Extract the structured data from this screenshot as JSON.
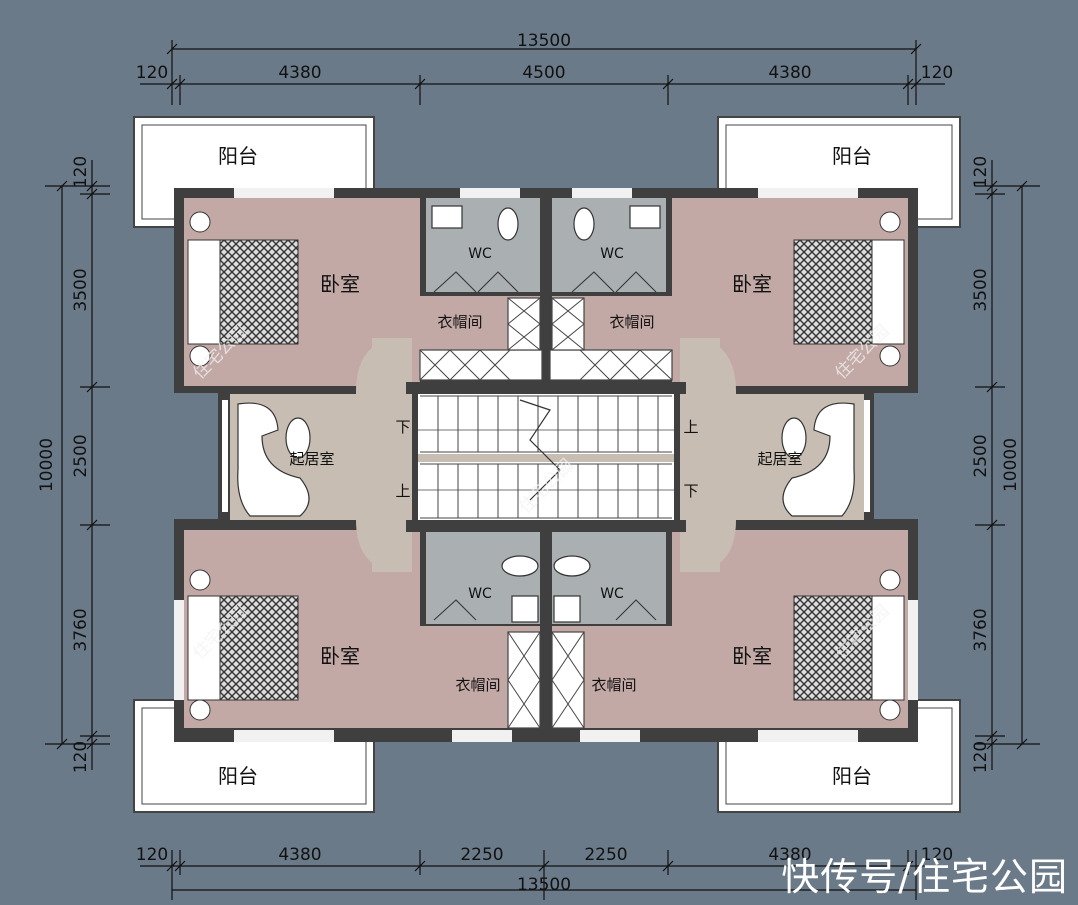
{
  "dimensions": {
    "top_total": "13500",
    "top_segments": [
      "120",
      "4380",
      "4500",
      "4380",
      "120"
    ],
    "bottom_total": "13500",
    "bottom_segments": [
      "120",
      "4380",
      "2250",
      "2250",
      "4380",
      "120"
    ],
    "left_total": "10000",
    "left_segments": [
      "120",
      "3500",
      "2500",
      "3760",
      "120"
    ],
    "right_total": "10000",
    "right_segments": [
      "120",
      "3500",
      "2500",
      "3760",
      "120"
    ]
  },
  "rooms": {
    "balcony": "阳台",
    "bedroom": "卧室",
    "wc": "WC",
    "closet": "衣帽间",
    "living": "起居室"
  },
  "stair": {
    "down": "下",
    "up": "上"
  },
  "watermark": "住宅公园",
  "brand": "快传号/住宅公园",
  "colors": {
    "background": "#6b7a88",
    "bedroom_fill": "#c3a9a6",
    "wc_fill": "#aab0b2",
    "hall_fill": "#c8bdb2",
    "wall": "#3f3f3f",
    "balcony_fill": "#ffffff"
  }
}
